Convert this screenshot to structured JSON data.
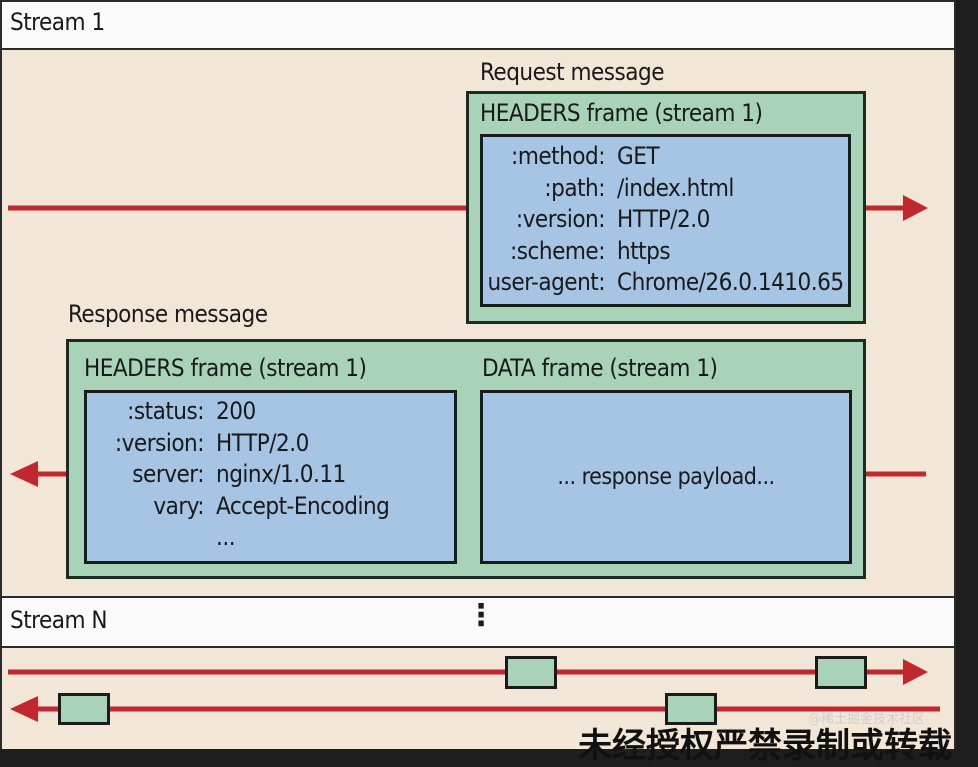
{
  "stream1": {
    "title": "Stream 1"
  },
  "request": {
    "label": "Request message",
    "frame_title": "HEADERS frame (stream 1)",
    "headers": [
      {
        "key": ":method:",
        "value": "GET"
      },
      {
        "key": ":path:",
        "value": "/index.html"
      },
      {
        "key": ":version:",
        "value": "HTTP/2.0"
      },
      {
        "key": ":scheme:",
        "value": "https"
      },
      {
        "key": "user-agent:",
        "value": "Chrome/26.0.1410.65"
      }
    ]
  },
  "response": {
    "label": "Response message",
    "headers_frame_title": "HEADERS frame (stream 1)",
    "data_frame_title": "DATA frame (stream 1)",
    "headers": [
      {
        "key": ":status:",
        "value": "200"
      },
      {
        "key": ":version:",
        "value": "HTTP/2.0"
      },
      {
        "key": "server:",
        "value": "nginx/1.0.11"
      },
      {
        "key": "vary:",
        "value": "Accept-Encoding"
      },
      {
        "key": "",
        "value": "..."
      }
    ],
    "payload": "... response payload..."
  },
  "streamN": {
    "title": "Stream N",
    "ellipsis": "⋮"
  },
  "overlay": {
    "watermark": "@稀土掘金技术社区",
    "banner": "未经授权严禁录制或转载"
  },
  "colors": {
    "arrow": "#c0282e",
    "green_frame": "#a9d3b8",
    "blue_box": "#a6c4e3",
    "beige": "#f2e6d6"
  }
}
